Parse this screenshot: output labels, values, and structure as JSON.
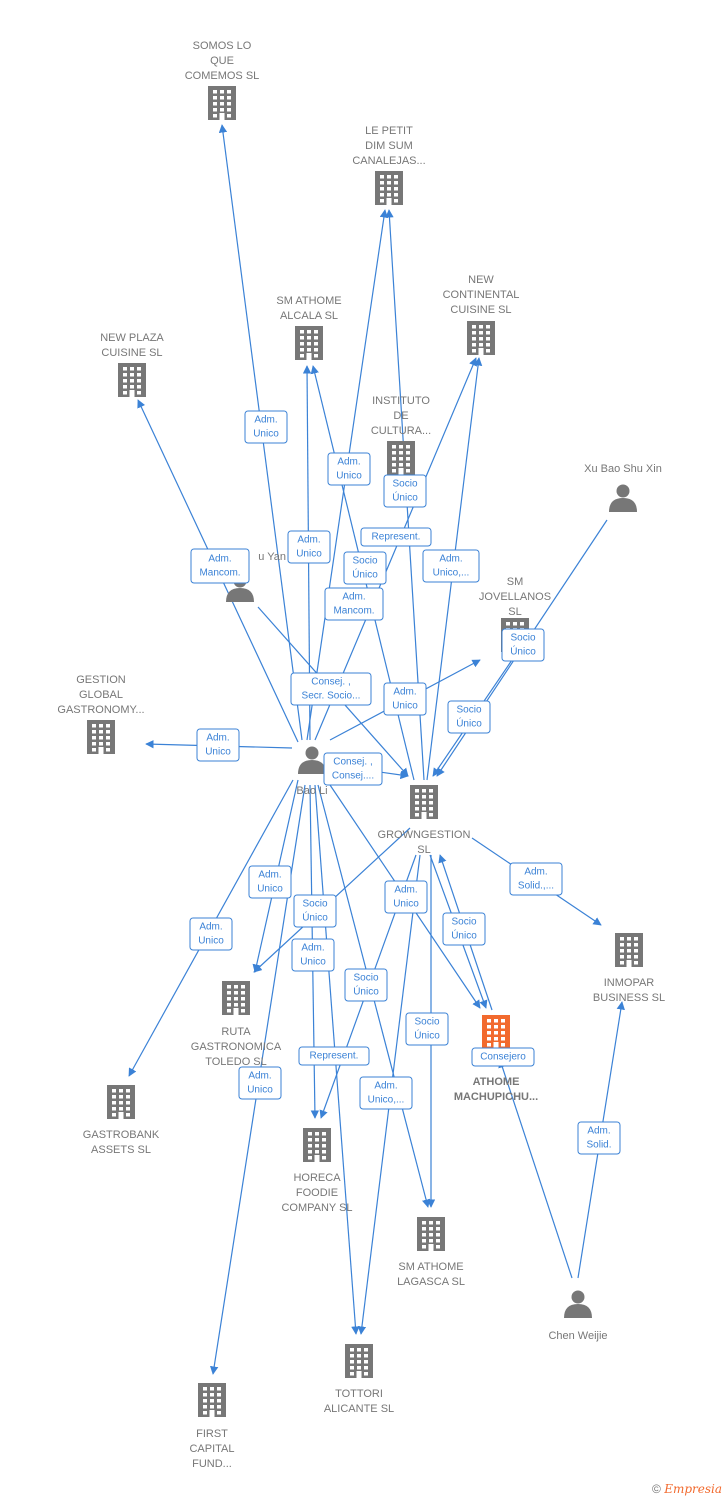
{
  "colors": {
    "edge": "#3b82d6",
    "node": "#777777",
    "focus": "#f26a2e"
  },
  "nodes": [
    {
      "id": "somos",
      "type": "company",
      "label": [
        "SOMOS LO",
        "QUE",
        "COMEMOS  SL"
      ]
    },
    {
      "id": "petit",
      "type": "company",
      "label": [
        "LE PETIT",
        "DIM SUM",
        "CANALEJAS..."
      ]
    },
    {
      "id": "newcont",
      "type": "company",
      "label": [
        "NEW",
        "CONTINENTAL",
        "CUISINE  SL"
      ]
    },
    {
      "id": "smalcala",
      "type": "company",
      "label": [
        "SM ATHOME",
        "ALCALA  SL"
      ]
    },
    {
      "id": "newplaza",
      "type": "company",
      "label": [
        "NEW PLAZA",
        "CUISINE  SL"
      ]
    },
    {
      "id": "instituto",
      "type": "company",
      "label": [
        "INSTITUTO",
        "DE",
        "CULTURA..."
      ]
    },
    {
      "id": "xubao",
      "type": "person",
      "label": [
        "Xu Bao Shu Xin"
      ]
    },
    {
      "id": "yan",
      "type": "person",
      "label": [
        "u Yan"
      ]
    },
    {
      "id": "jovellanos",
      "type": "company",
      "label": [
        "SM",
        "JOVELLANOS",
        "SL"
      ]
    },
    {
      "id": "gestion",
      "type": "company",
      "label": [
        "GESTION",
        "GLOBAL",
        "GASTRONOMY..."
      ]
    },
    {
      "id": "baoli",
      "type": "person",
      "label": [
        "Bao Li"
      ]
    },
    {
      "id": "grown",
      "type": "company",
      "label": [
        "GROWNGESTION",
        "SL"
      ]
    },
    {
      "id": "inmopar",
      "type": "company",
      "label": [
        "INMOPAR",
        "BUSINESS  SL"
      ]
    },
    {
      "id": "ruta",
      "type": "company",
      "label": [
        "RUTA",
        "GASTRONOMICA",
        "TOLEDO  SL"
      ]
    },
    {
      "id": "athome",
      "type": "focus",
      "label": [
        "ATHOME",
        "MACHUPICHU..."
      ]
    },
    {
      "id": "gastrobank",
      "type": "company",
      "label": [
        "GASTROBANK",
        "ASSETS  SL"
      ]
    },
    {
      "id": "horeca",
      "type": "company",
      "label": [
        "HORECA",
        "FOODIE",
        "COMPANY  SL"
      ]
    },
    {
      "id": "lagasca",
      "type": "company",
      "label": [
        "SM ATHOME",
        "LAGASCA  SL"
      ]
    },
    {
      "id": "chen",
      "type": "person",
      "label": [
        "Chen Weijie"
      ]
    },
    {
      "id": "tottori",
      "type": "company",
      "label": [
        "TOTTORI",
        "ALICANTE  SL"
      ]
    },
    {
      "id": "first",
      "type": "company",
      "label": [
        "FIRST",
        "CAPITAL",
        "FUND..."
      ]
    }
  ],
  "edges": [
    {
      "from": "baoli",
      "to": "somos"
    },
    {
      "from": "baoli",
      "to": "petit"
    },
    {
      "from": "grown",
      "to": "petit"
    },
    {
      "from": "baoli",
      "to": "smalcala"
    },
    {
      "from": "grown",
      "to": "smalcala"
    },
    {
      "from": "baoli",
      "to": "newcont"
    },
    {
      "from": "grown",
      "to": "newcont"
    },
    {
      "from": "baoli",
      "to": "newplaza"
    },
    {
      "from": "yan",
      "to": "grown"
    },
    {
      "from": "baoli",
      "to": "gestion"
    },
    {
      "from": "baoli",
      "to": "jovellanos"
    },
    {
      "from": "xubao",
      "to": "grown"
    },
    {
      "from": "jovellanos",
      "to": "grown"
    },
    {
      "from": "baoli",
      "to": "grown"
    },
    {
      "from": "grown",
      "to": "inmopar"
    },
    {
      "from": "baoli",
      "to": "ruta"
    },
    {
      "from": "grown",
      "to": "ruta"
    },
    {
      "from": "baoli",
      "to": "gastrobank"
    },
    {
      "from": "baoli",
      "to": "athome"
    },
    {
      "from": "grown",
      "to": "athome"
    },
    {
      "from": "athome",
      "to": "grown"
    },
    {
      "from": "chen",
      "to": "athome"
    },
    {
      "from": "chen",
      "to": "inmopar"
    },
    {
      "from": "baoli",
      "to": "horeca"
    },
    {
      "from": "grown",
      "to": "horeca"
    },
    {
      "from": "baoli",
      "to": "lagasca"
    },
    {
      "from": "grown",
      "to": "lagasca"
    },
    {
      "from": "baoli",
      "to": "tottori"
    },
    {
      "from": "grown",
      "to": "tottori"
    },
    {
      "from": "baoli",
      "to": "first"
    }
  ],
  "relations": [
    {
      "lines": [
        "Adm.",
        "Unico"
      ]
    },
    {
      "lines": [
        "Adm.",
        "Unico"
      ]
    },
    {
      "lines": [
        "Socio",
        "Único"
      ]
    },
    {
      "lines": [
        "Represent."
      ]
    },
    {
      "lines": [
        "Adm.",
        "Mancom."
      ]
    },
    {
      "lines": [
        "Adm.",
        "Unico"
      ]
    },
    {
      "lines": [
        "Socio",
        "Único"
      ]
    },
    {
      "lines": [
        "Adm.",
        "Unico,..."
      ]
    },
    {
      "lines": [
        "Adm.",
        "Mancom."
      ]
    },
    {
      "lines": [
        "Socio",
        "Único"
      ]
    },
    {
      "lines": [
        "Consej. ,",
        "Secr. Socio..."
      ]
    },
    {
      "lines": [
        "Adm.",
        "Unico"
      ]
    },
    {
      "lines": [
        "Socio",
        "Único"
      ]
    },
    {
      "lines": [
        "Adm.",
        "Unico"
      ]
    },
    {
      "lines": [
        "Consej. ,",
        "Consej...."
      ]
    },
    {
      "lines": [
        "Adm.",
        "Solid.,..."
      ]
    },
    {
      "lines": [
        "Adm.",
        "Unico"
      ]
    },
    {
      "lines": [
        "Socio",
        "Único"
      ]
    },
    {
      "lines": [
        "Adm.",
        "Unico"
      ]
    },
    {
      "lines": [
        "Socio",
        "Único"
      ]
    },
    {
      "lines": [
        "Adm.",
        "Unico"
      ]
    },
    {
      "lines": [
        "Adm.",
        "Unico"
      ]
    },
    {
      "lines": [
        "Socio",
        "Único"
      ]
    },
    {
      "lines": [
        "Socio",
        "Único"
      ]
    },
    {
      "lines": [
        "Consejero"
      ]
    },
    {
      "lines": [
        "Represent."
      ]
    },
    {
      "lines": [
        "Adm.",
        "Unico"
      ]
    },
    {
      "lines": [
        "Adm.",
        "Unico,..."
      ]
    },
    {
      "lines": [
        "Adm.",
        "Solid."
      ]
    }
  ],
  "footer": {
    "copyright": "©",
    "brand": "Empresia"
  }
}
